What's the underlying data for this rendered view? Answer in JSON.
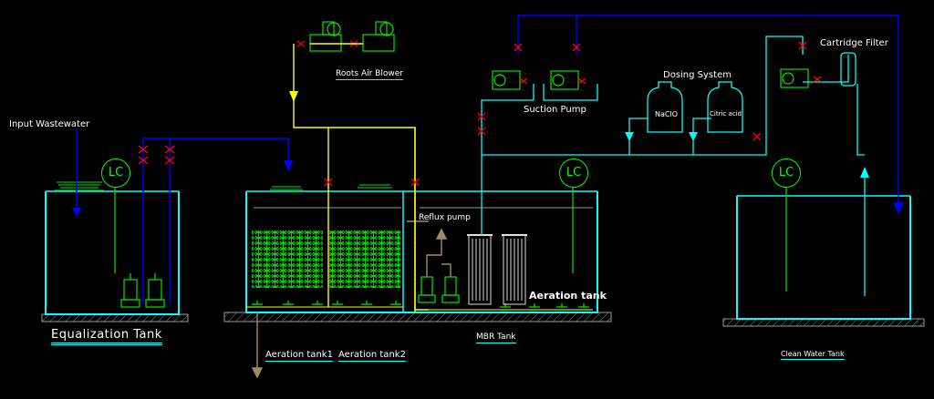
{
  "labels": {
    "input_wastewater": "Input Wastewater",
    "equalization_tank": "Equalization Tank",
    "roots_air_blower": "Roots Air Blower",
    "suction_pump": "Suction Pump",
    "dosing_system": "Dosing System",
    "cartridge_filter": "Cartridge Filter",
    "reflux_pump": "Reflux pump",
    "aeration_tank_right": "Aeration tank",
    "aeration_tank1": "Aeration tank1",
    "aeration_tank2": "Aeration tank2",
    "mbr_tank": "MBR Tank",
    "clean_water_tank": "Clean Water Tank",
    "naclo": "NaClO",
    "citric_acid": "Citric acid",
    "lc": "LC"
  },
  "colors": {
    "tank_outline": "#00ffff",
    "air_line": "#ffff00",
    "water_line": "#0000ff",
    "green_equipment": "#00ff00",
    "valve_red": "#ff0000",
    "sludge_line": "#a08c64"
  }
}
